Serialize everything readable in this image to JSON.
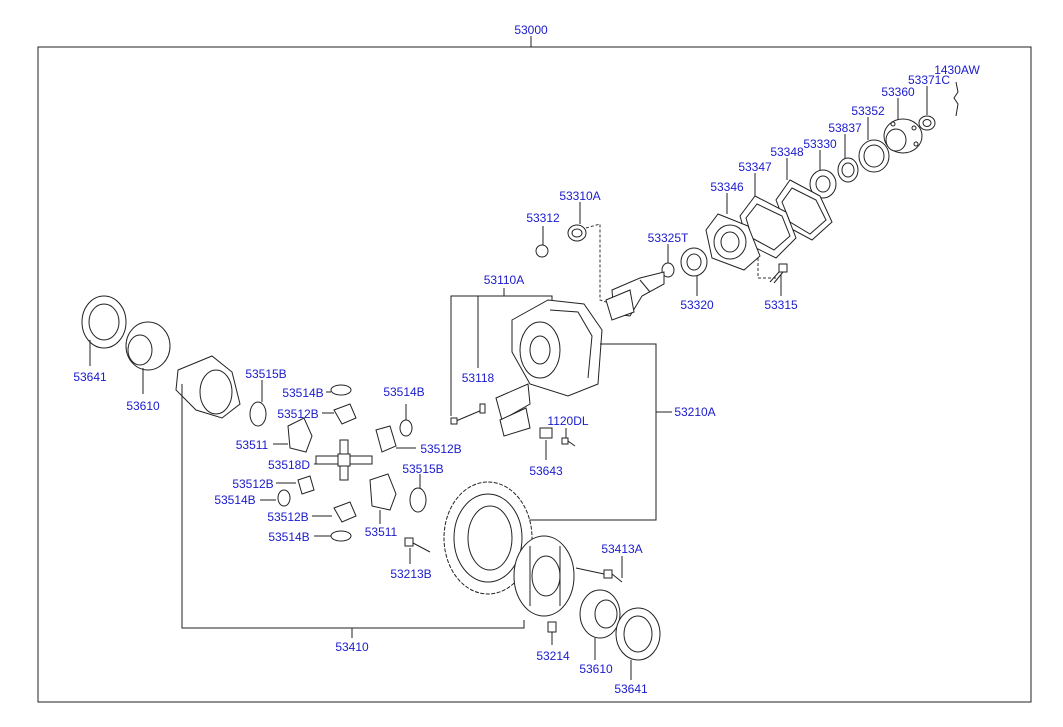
{
  "diagram": {
    "assembly": "53000",
    "labels": {
      "l_1430AW": "1430AW",
      "l_53371C": "53371C",
      "l_53360": "53360",
      "l_53352": "53352",
      "l_53837": "53837",
      "l_53330": "53330",
      "l_53348": "53348",
      "l_53347": "53347",
      "l_53346": "53346",
      "l_53310A": "53310A",
      "l_53312": "53312",
      "l_53325T": "53325T",
      "l_53320": "53320",
      "l_53315": "53315",
      "l_53110A": "53110A",
      "l_53118": "53118",
      "l_53210A": "53210A",
      "l_1120DL": "1120DL",
      "l_53643": "53643",
      "l_53641a": "53641",
      "l_53610a": "53610",
      "l_53515Ba": "53515B",
      "l_53514Ba": "53514B",
      "l_53514Bb": "53514B",
      "l_53512Ba": "53512B",
      "l_53511a": "53511",
      "l_53512Bb": "53512B",
      "l_53518D": "53518D",
      "l_53512Bc": "53512B",
      "l_53514Bc": "53514B",
      "l_53515Bb": "53515B",
      "l_53512Bd": "53512B",
      "l_53511b": "53511",
      "l_53514Bd": "53514B",
      "l_53213B": "53213B",
      "l_53413A": "53413A",
      "l_53410": "53410",
      "l_53214": "53214",
      "l_53610b": "53610",
      "l_53641b": "53641"
    }
  }
}
